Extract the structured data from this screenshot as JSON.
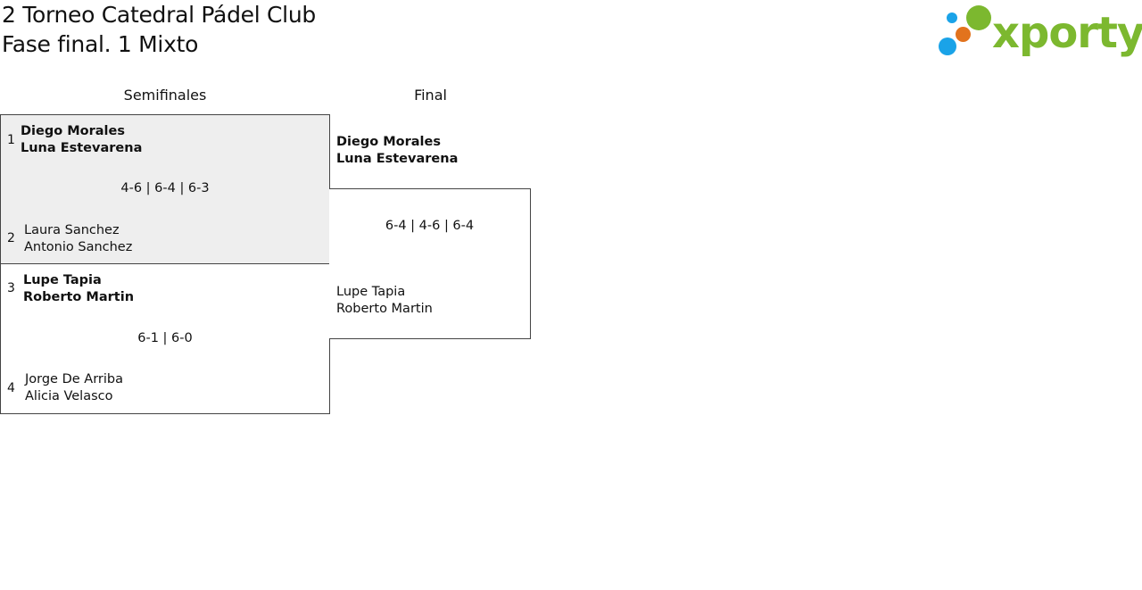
{
  "header": {
    "title": "2 Torneo Catedral Pádel Club",
    "subtitle": "Fase final. 1 Mixto"
  },
  "logo": {
    "text": "xporty",
    "colors": {
      "green": "#7cb82f",
      "orange": "#e2731d",
      "blue": "#1aa3e8"
    }
  },
  "rounds": {
    "semis_label": "Semifinales",
    "final_label": "Final"
  },
  "semifinals": [
    {
      "highlighted": true,
      "team_a": {
        "seed": "1",
        "player1": "Diego Morales",
        "player2": "Luna Estevarena",
        "winner": true
      },
      "score": "4-6 | 6-4 | 6-3",
      "team_b": {
        "seed": "2",
        "player1": "Laura Sanchez",
        "player2": "Antonio Sanchez",
        "winner": false
      }
    },
    {
      "highlighted": false,
      "team_a": {
        "seed": "3",
        "player1": "Lupe Tapia",
        "player2": "Roberto Martin",
        "winner": true
      },
      "score": "6-1 | 6-0",
      "team_b": {
        "seed": "4",
        "player1": "Jorge De Arriba",
        "player2": "Alicia Velasco",
        "winner": false
      }
    }
  ],
  "final": {
    "team_a": {
      "player1": "Diego Morales",
      "player2": "Luna Estevarena",
      "winner": true
    },
    "score": "6-4 | 4-6 | 6-4",
    "team_b": {
      "player1": "Lupe Tapia",
      "player2": "Roberto Martin",
      "winner": false
    }
  },
  "colors": {
    "highlight_bg": "#eeeeee",
    "border": "#444444",
    "text": "#111111"
  }
}
